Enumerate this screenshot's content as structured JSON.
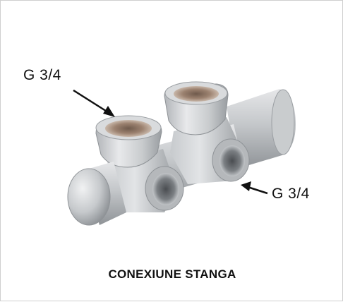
{
  "annotations": {
    "top_thread": "G 3/4",
    "right_thread": "G 3/4"
  },
  "caption": "CONEXIUNE STANGA",
  "colors": {
    "metal_light": "#d8dadc",
    "metal_mid": "#b9bcbf",
    "metal_dark": "#8e9296",
    "inner_bronze": "#9a7f6a",
    "arrow": "#111111"
  }
}
